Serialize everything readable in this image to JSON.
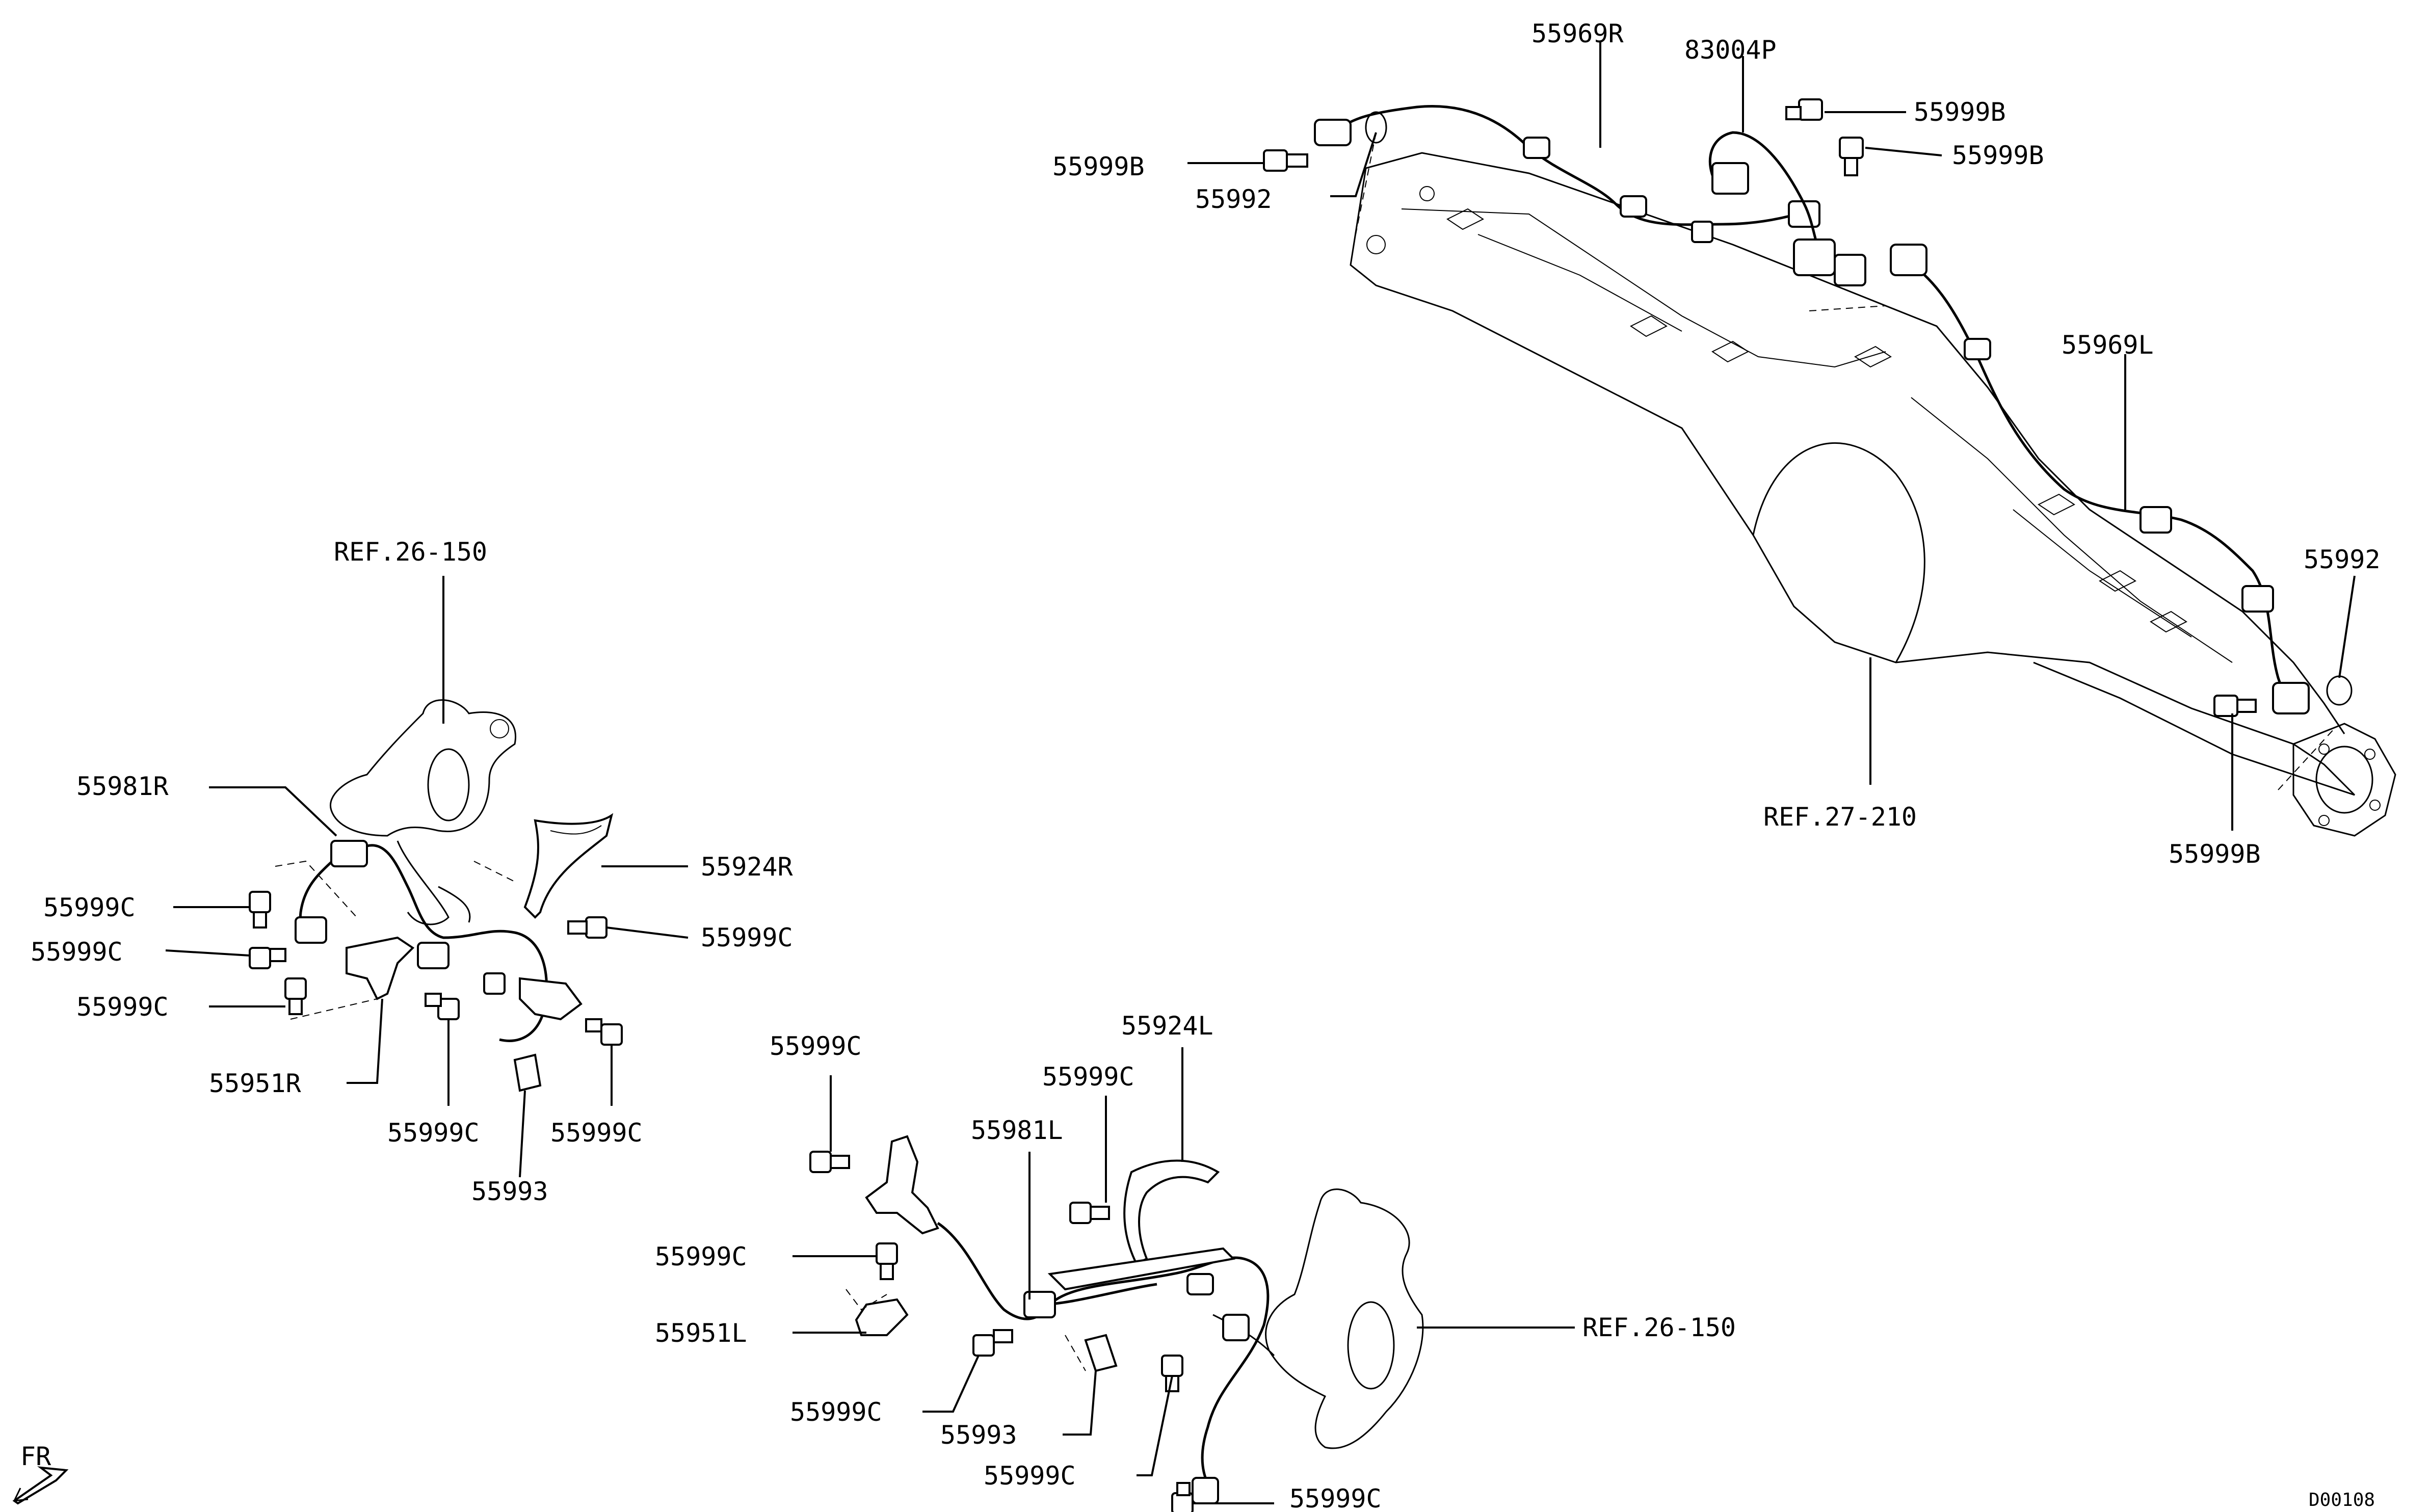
{
  "diagram": {
    "labels": {
      "rear_harness_r": "55969R",
      "rear_connector": "83004P",
      "rear_bolt_top_right_1": "55999B",
      "rear_bolt_top_right_2": "55999B",
      "rear_bolt_top_left": "55999B",
      "rear_oring_left": "55992",
      "rear_harness_l": "55969L",
      "rear_oring_right": "55992",
      "rear_bolt_bottom_right": "55999B",
      "rear_axle_ref": "REF.27-210",
      "front_r_knuckle_ref": "REF.26-150",
      "front_r_sensor": "55981R",
      "front_r_guard": "55924R",
      "front_r_bolt_1": "55999C",
      "front_r_bolt_2": "55999C",
      "front_r_bolt_3": "55999C",
      "front_r_bolt_4": "55999C",
      "front_r_bolt_5": "55999C",
      "front_r_bolt_6": "55999C",
      "front_r_bracket": "55951R",
      "front_r_clip": "55993",
      "front_l_bolt_1": "55999C",
      "front_l_guard": "55924L",
      "front_l_bolt_2": "55999C",
      "front_l_sensor": "55981L",
      "front_l_bolt_3": "55999C",
      "front_l_bracket": "55951L",
      "front_l_knuckle_ref": "REF.26-150",
      "front_l_bolt_4": "55999C",
      "front_l_clip": "55993",
      "front_l_bolt_5": "55999C",
      "front_l_bolt_6": "55999C",
      "direction": "FR",
      "drawing_code": "D00108"
    }
  }
}
